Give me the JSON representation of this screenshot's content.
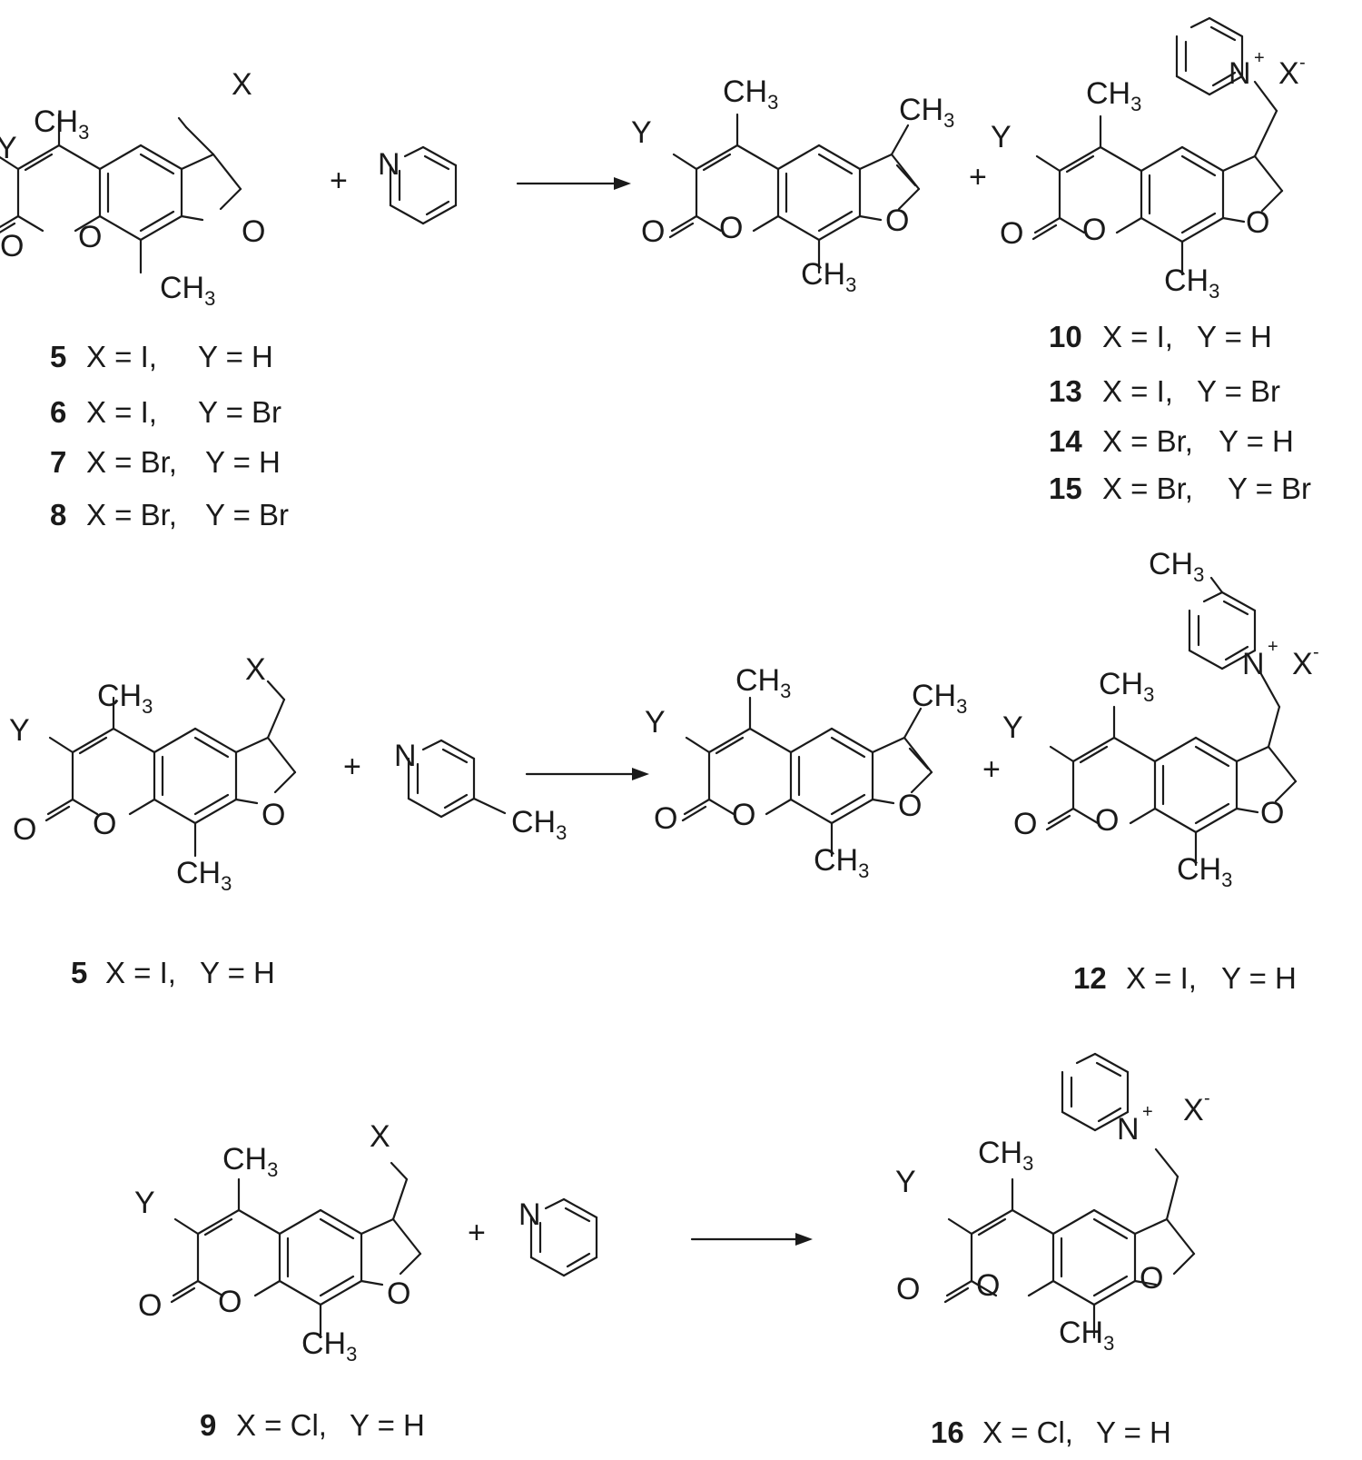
{
  "labels": {
    "ch3": "CH",
    "sub3": "3",
    "x": "X",
    "y": "Y",
    "o": "O",
    "n": "N",
    "plus_charge": "+",
    "minus_charge": "-",
    "plus_sign": "+"
  },
  "reactions": [
    {
      "reactant_variants": [
        {
          "num": "5",
          "x": "X = I,",
          "y": "Y = H"
        },
        {
          "num": "6",
          "x": "X = I,",
          "y": "Y = Br"
        },
        {
          "num": "7",
          "x": "X = Br,",
          "y": "Y = H"
        },
        {
          "num": "8",
          "x": "X = Br,",
          "y": "Y = Br"
        }
      ],
      "reagent": "pyridine",
      "product_variants": [
        {
          "num": "10",
          "x": "X = I,",
          "y": "Y = H"
        },
        {
          "num": "13",
          "x": "X = I,",
          "y": "Y = Br"
        },
        {
          "num": "14",
          "x": "X = Br,",
          "y": "Y = H"
        },
        {
          "num": "15",
          "x": "X = Br,",
          "y": "Y = Br"
        }
      ]
    },
    {
      "reactant_variants": [
        {
          "num": "5",
          "x": "X = I,",
          "y": "Y = H"
        }
      ],
      "reagent": "4-methylpyridine",
      "product_variants": [
        {
          "num": "12",
          "x": "X = I,",
          "y": "Y = H"
        }
      ]
    },
    {
      "reactant_variants": [
        {
          "num": "9",
          "x": "X = Cl,",
          "y": "Y = H"
        }
      ],
      "reagent": "pyridine",
      "product_variants": [
        {
          "num": "16",
          "x": "X = Cl,",
          "y": "Y = H"
        }
      ]
    }
  ]
}
